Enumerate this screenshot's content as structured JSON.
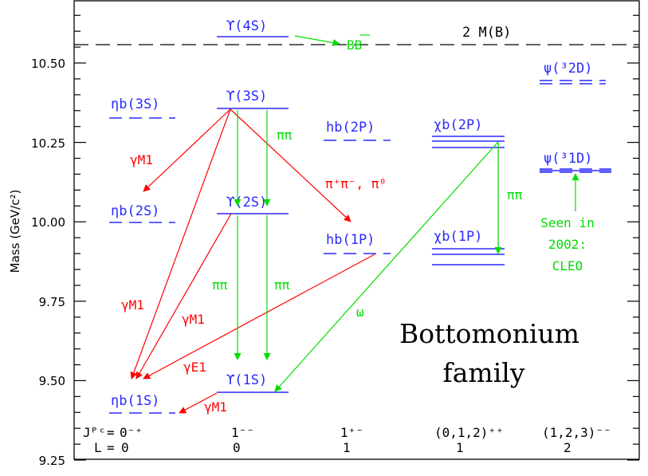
{
  "axis": {
    "ylabel": "Mass (GeV/c²)",
    "ticks": [
      {
        "value": 9.25,
        "label": "9.25"
      },
      {
        "value": 9.5,
        "label": "9.50"
      },
      {
        "value": 9.75,
        "label": "9.75"
      },
      {
        "value": 10.0,
        "label": "10.00"
      },
      {
        "value": 10.25,
        "label": "10.25"
      },
      {
        "value": 10.5,
        "label": "10.50"
      }
    ]
  },
  "threshold": {
    "label": "2 M(B)",
    "bb_label": "BB"
  },
  "states": {
    "ups4s": "ϒ(4S)",
    "ups3s": "ϒ(3S)",
    "ups2s": "ϒ(2S)",
    "ups1s": "ϒ(1S)",
    "etab3s": "ηb(3S)",
    "etab2s": "ηb(2S)",
    "etab1s": "ηb(1S)",
    "hb2p": "hb(2P)",
    "hb1p": "hb(1P)",
    "chib2p": "χb(2P)",
    "chib1p": "χb(1P)",
    "psi2d": "ψ(³2D)",
    "psi1d": "ψ(³1D)"
  },
  "transitions": {
    "gamma_m1": "γM1",
    "gamma_e1": "γE1",
    "pipi": "ππ",
    "pipm_pi0": "π⁺π⁻, π⁰",
    "omega": "ω"
  },
  "annotation": {
    "line1": "Seen in",
    "line2": "2002:",
    "line3": "CLEO"
  },
  "title": {
    "line1": "Bottomonium",
    "line2": "family"
  },
  "quantum_numbers": {
    "jpc_label": "Jᴾᶜ",
    "l_label": "L",
    "columns": [
      {
        "jpc": "0⁻⁺",
        "l": "0"
      },
      {
        "jpc": "1⁻⁻",
        "l": "0"
      },
      {
        "jpc": "1⁺⁻",
        "l": "1"
      },
      {
        "jpc": "(0,1,2)⁺⁺",
        "l": "1"
      },
      {
        "jpc": "(1,2,3)⁻⁻",
        "l": "2"
      }
    ]
  },
  "colors": {
    "level": "#2a2aff",
    "m1": "#ff0000",
    "pipi": "#00dd00",
    "axis": "#000000"
  }
}
